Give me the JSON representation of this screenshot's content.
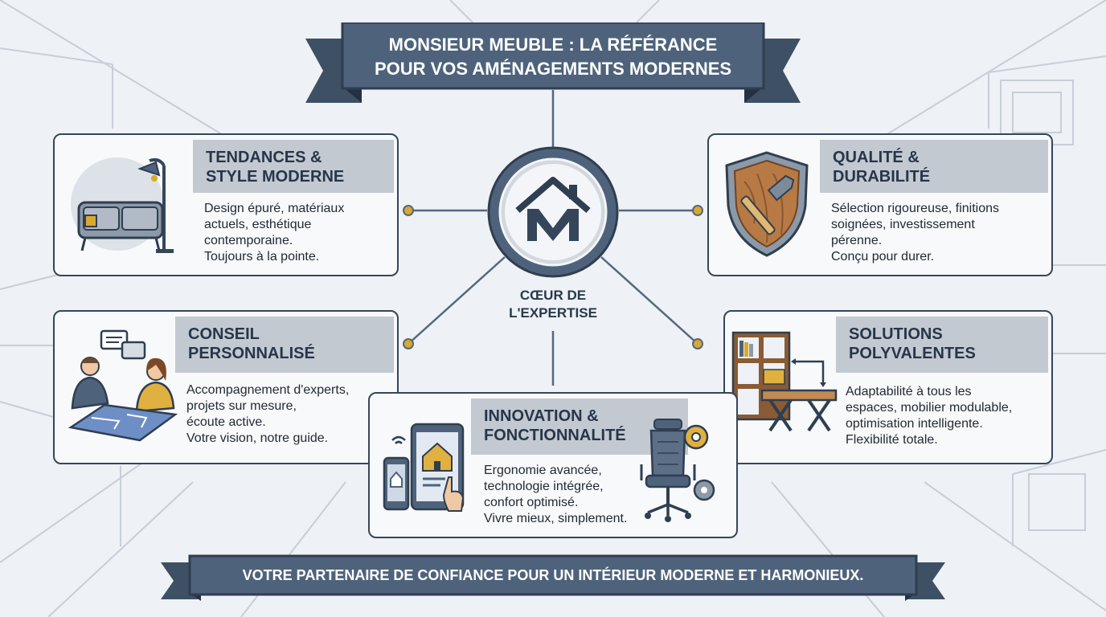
{
  "title": {
    "line1": "MONSIEUR MEUBLE : LA RÉFÉRANCE",
    "line2": "POUR VOS AMÉNAGEMENTS MODERNES"
  },
  "center": {
    "label_line1": "CŒUR DE",
    "label_line2": "L'EXPERTISE",
    "icon": "house-m-logo-icon"
  },
  "cards": {
    "tendances": {
      "title_line1": "TENDANCES &",
      "title_line2": "STYLE MODERNE",
      "body": [
        "Design épuré, matériaux",
        "actuels, esthétique",
        "contemporaine.",
        "Toujours à la pointe."
      ],
      "icon": "sofa-lamp-icon"
    },
    "qualite": {
      "title_line1": "QUALITÉ &",
      "title_line2": "DURABILITÉ",
      "body": [
        "Sélection rigoureuse, finitions",
        "soignées, investissement",
        "pérenne.",
        "Conçu pour durer."
      ],
      "icon": "shield-hammer-icon"
    },
    "conseil": {
      "title_line1": "CONSEIL",
      "title_line2": "PERSONNALISÉ",
      "body": [
        "Accompagnement d'experts,",
        "projets sur mesure,",
        "écoute active.",
        "Votre vision, notre guide."
      ],
      "icon": "consultation-people-icon"
    },
    "solutions": {
      "title_line1": "SOLUTIONS",
      "title_line2": "POLYVALENTES",
      "body": [
        "Adaptabilité à tous les",
        "espaces, mobilier modulable,",
        "optimisation intelligente.",
        "Flexibilité totale."
      ],
      "icon": "modular-furniture-icon"
    },
    "innovation": {
      "title_line1": "INNOVATION &",
      "title_line2": "FONCTIONNALITÉ",
      "body": [
        "Ergonomie avancée,",
        "technologie intégrée,",
        "confort optimisé.",
        "Vivre mieux, simplement."
      ],
      "icon": "smart-devices-chair-icon"
    }
  },
  "footer": {
    "text": "VOTRE PARTENAIRE DE CONFIANCE POUR UN INTÉRIEUR MODERNE ET HARMONIEUX."
  },
  "colors": {
    "ribbon": "#4e637b",
    "ribbon_dark": "#2f3e50",
    "card_border": "#36465a",
    "card_header": "#c3c9d1",
    "accent_gold": "#d9a82e",
    "background": "#eef1f5"
  }
}
